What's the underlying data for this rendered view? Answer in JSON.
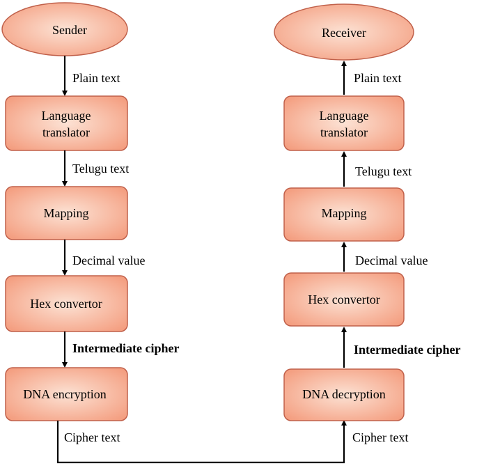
{
  "colors": {
    "node_fill_light": "#fce2d4",
    "node_fill_dark": "#f49e80",
    "node_stroke": "#c0604a",
    "arrow": "#000000"
  },
  "sender_chain": {
    "start": "Sender",
    "steps": [
      "Language translator",
      "Mapping",
      "Hex convertor",
      "DNA encryption"
    ],
    "edge_labels": [
      "Plain text",
      "Telugu text",
      "Decimal value",
      "Intermediate cipher",
      "Cipher text"
    ]
  },
  "receiver_chain": {
    "end": "Receiver",
    "steps": [
      "Language translator",
      "Mapping",
      "Hex convertor",
      "DNA decryption"
    ],
    "edge_labels": [
      "Plain text",
      "Telugu text",
      "Decimal value",
      "Intermediate cipher",
      "Cipher text"
    ]
  },
  "labels": {
    "sender": "Sender",
    "receiver": "Receiver",
    "lang_line1": "Language",
    "lang_line2": "translator",
    "mapping": "Mapping",
    "hex": "Hex convertor",
    "dna_enc": "DNA encryption",
    "dna_dec": "DNA decryption",
    "plain_text": "Plain text",
    "telugu_text": "Telugu text",
    "decimal_value": "Decimal value",
    "intermediate_cipher": "Intermediate cipher",
    "cipher_text": "Cipher text"
  }
}
